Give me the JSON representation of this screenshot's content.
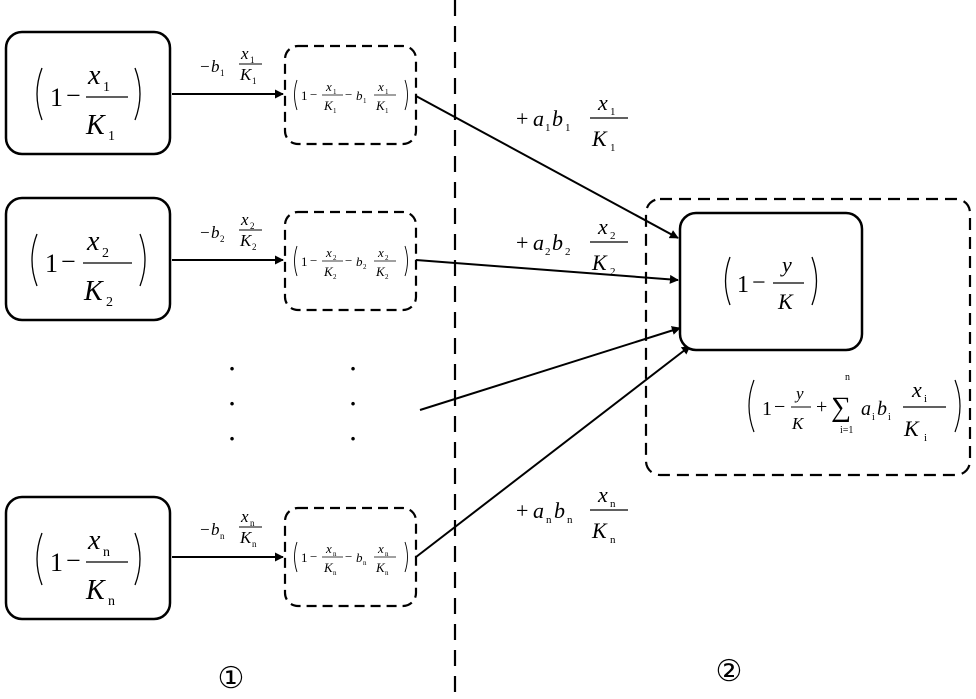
{
  "colors": {
    "ink": "#000000",
    "paper": "#ffffff"
  },
  "column_markers": [
    "①",
    "②"
  ],
  "vertical_ellipsis": "·",
  "math": {
    "one": "1",
    "minus": "−",
    "plus": "+",
    "sigma": "∑",
    "sum_lower": "i=1",
    "sum_upper": "n",
    "x": "x",
    "y": "y",
    "K": "K",
    "a": "a",
    "b": "b",
    "sub_1": "1",
    "sub_2": "2",
    "sub_n": "n",
    "sub_i": "i"
  }
}
